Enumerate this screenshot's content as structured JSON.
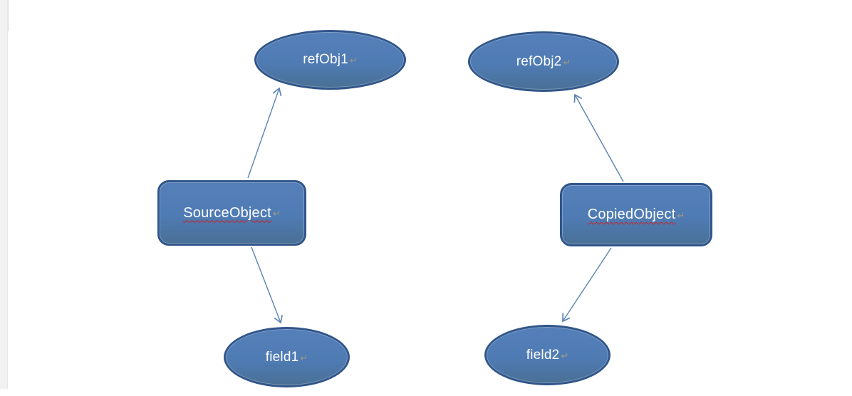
{
  "page": {
    "background_color": "#ffffff",
    "left_margin_color": "#f1f1f1"
  },
  "diagram": {
    "return_mark": "↵",
    "colors": {
      "node_fill": "#4f7bb4",
      "node_border": "#31568a",
      "node_text": "#ffffff",
      "connector": "#5b83b5",
      "spellcheck_underline": "#cc1f1f",
      "return_mark": "#a09880"
    },
    "nodes": {
      "refObj1": {
        "label": "refObj1",
        "shape": "ellipse"
      },
      "refObj2": {
        "label": "refObj2",
        "shape": "ellipse"
      },
      "sourceObject": {
        "label": "SourceObject",
        "shape": "rounded-rectangle",
        "spellcheck_flagged": true
      },
      "copiedObject": {
        "label": "CopiedObject",
        "shape": "rounded-rectangle",
        "spellcheck_flagged": true
      },
      "field1": {
        "label": "field1",
        "shape": "ellipse"
      },
      "field2": {
        "label": "field2",
        "shape": "ellipse"
      }
    },
    "connectors": [
      {
        "from": "SourceObject",
        "to": "refObj1",
        "arrowhead": "open"
      },
      {
        "from": "SourceObject",
        "to": "field1",
        "arrowhead": "open"
      },
      {
        "from": "CopiedObject",
        "to": "refObj2",
        "arrowhead": "open"
      },
      {
        "from": "CopiedObject",
        "to": "field2",
        "arrowhead": "open"
      }
    ]
  }
}
